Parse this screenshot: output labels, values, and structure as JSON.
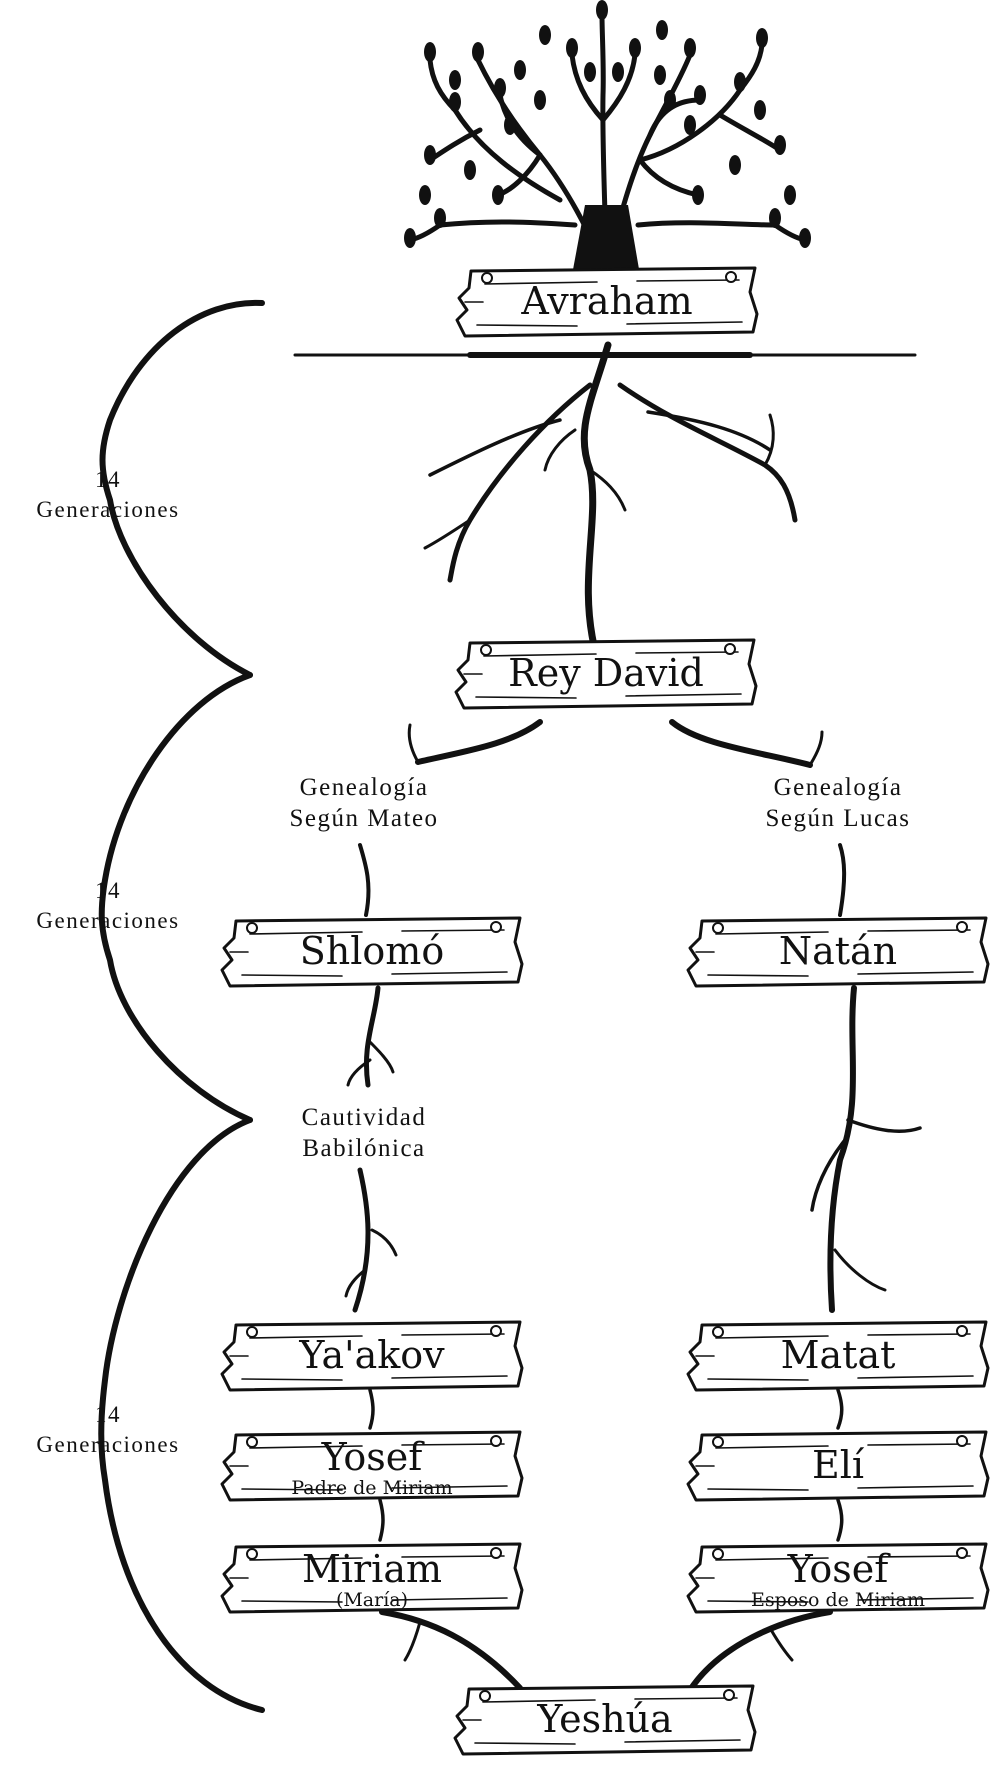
{
  "plaques": {
    "avraham": {
      "name": "Avraham"
    },
    "rey_david": {
      "name": "Rey David"
    },
    "shlomo": {
      "name": "Shlomó"
    },
    "natan": {
      "name": "Natán"
    },
    "yaakov": {
      "name": "Ya'akov"
    },
    "matat": {
      "name": "Matat"
    },
    "yosef_padre": {
      "name": "Yosef",
      "subtitle": "Padre de Miriam"
    },
    "eli": {
      "name": "Elí"
    },
    "miriam": {
      "name": "Miriam",
      "subtitle": "(María)"
    },
    "yosef_esposo": {
      "name": "Yosef",
      "subtitle": "Esposo de Miriam"
    },
    "yeshua": {
      "name": "Yeshúa"
    }
  },
  "labels": {
    "mateo": {
      "line1": "Genealogía",
      "line2": "Según Mateo"
    },
    "lucas": {
      "line1": "Genealogía",
      "line2": "Según Lucas"
    },
    "cautividad": {
      "line1": "Cautividad",
      "line2": "Babilónica"
    }
  },
  "generations": [
    {
      "count": "14",
      "label": "Generaciones"
    },
    {
      "count": "14",
      "label": "Generaciones"
    },
    {
      "count": "14",
      "label": "Generaciones"
    }
  ]
}
